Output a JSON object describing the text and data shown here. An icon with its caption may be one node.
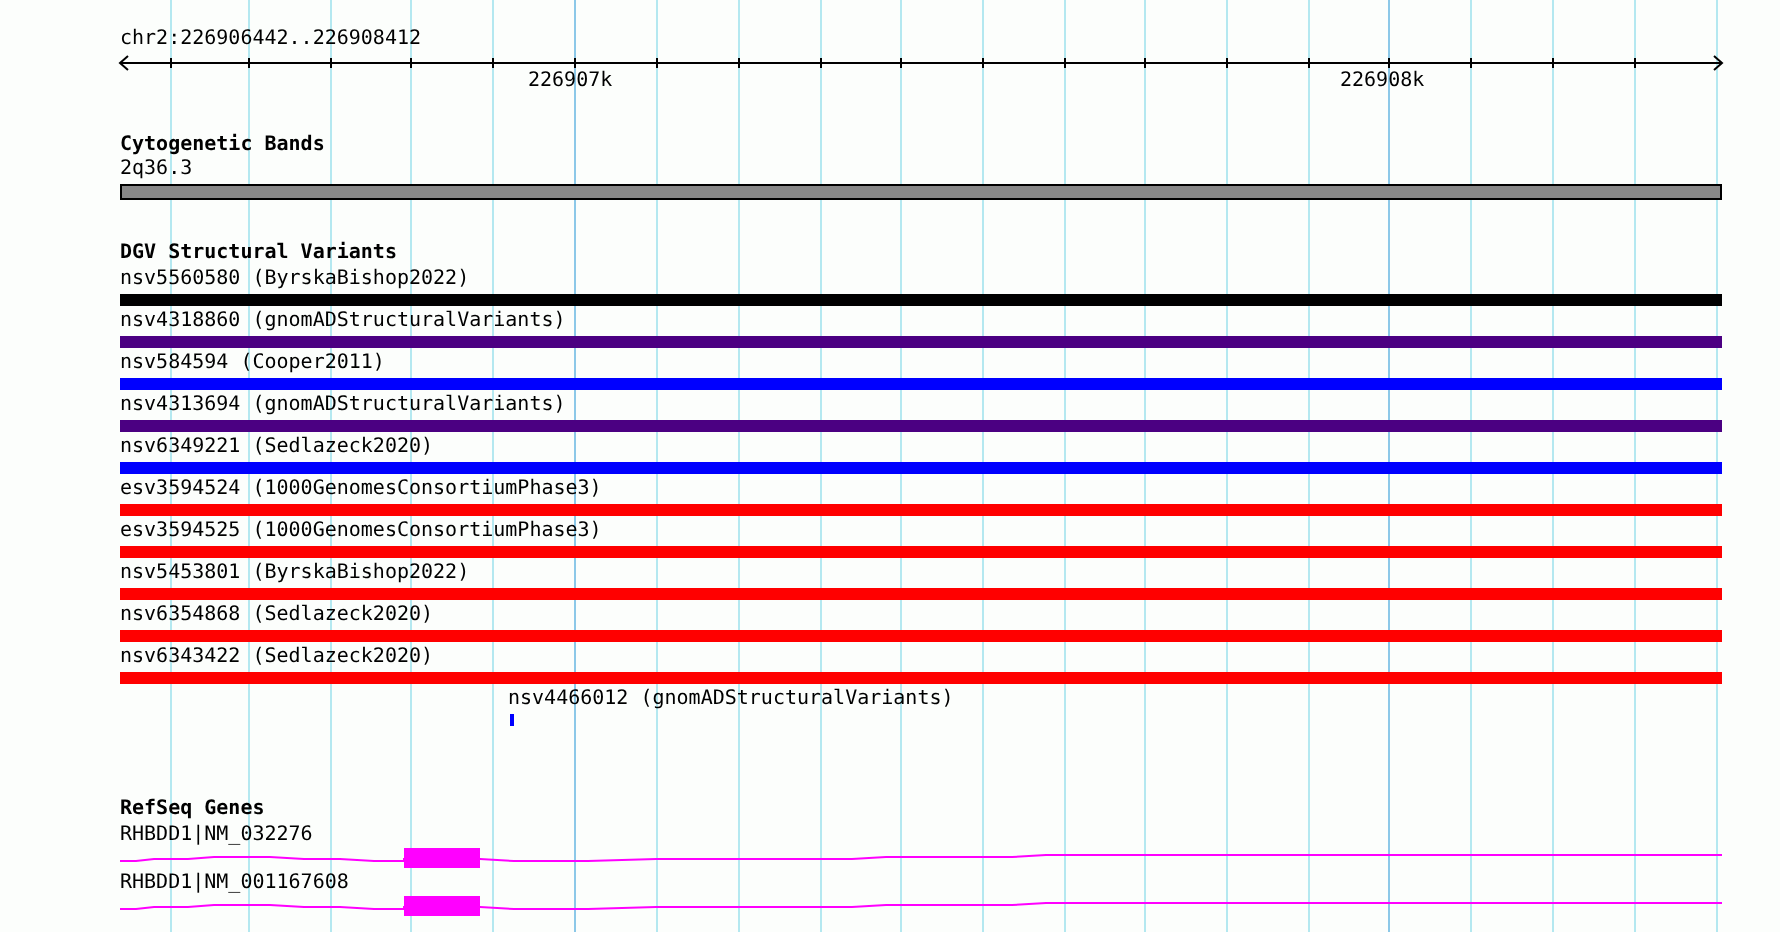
{
  "diagram": {
    "nodes": [
      {
        "text": [
          "2q36.3"
        ]
      },
      {
        "text": [
          "nsv5560580 (ByrskaBishop2022)"
        ]
      },
      {
        "text": [
          "nsv4318860 (gnomADStructuralVariants)"
        ]
      },
      {
        "text": [
          "nsv584594 (Cooper2011)"
        ]
      },
      {
        "text": [
          "nsv4313694 (gnomADStructuralVariants)"
        ]
      },
      {
        "text": [
          "nsv6349221 (Sedlazeck2020)"
        ]
      },
      {
        "text": [
          "esv3594524 (1000GenomesConsortiumPhase3)"
        ]
      },
      {
        "text": [
          "esv3594525 (1000GenomesConsortiumPhase3)"
        ]
      },
      {
        "text": [
          "nsv5453801 (ByrskaBishop2022)"
        ]
      },
      {
        "text": [
          "nsv6354868 (Sedlazeck2020)"
        ]
      },
      {
        "text": [
          "nsv6343422 (Sedlazeck2020)"
        ]
      },
      {
        "text": [
          "nsv4466012 (gnomADStructuralVariants)"
        ]
      },
      {
        "text": [
          "RHBDD1|NM_032276"
        ]
      },
      {
        "text": [
          "RHBDD1|NM_001167608"
        ]
      }
    ],
    "labels": [
      "chr2:226906442..226908412",
      "226907k",
      "226908k",
      "Cytogenetic Bands",
      "DGV Structural Variants",
      "RefSeq Genes"
    ]
  }
}
